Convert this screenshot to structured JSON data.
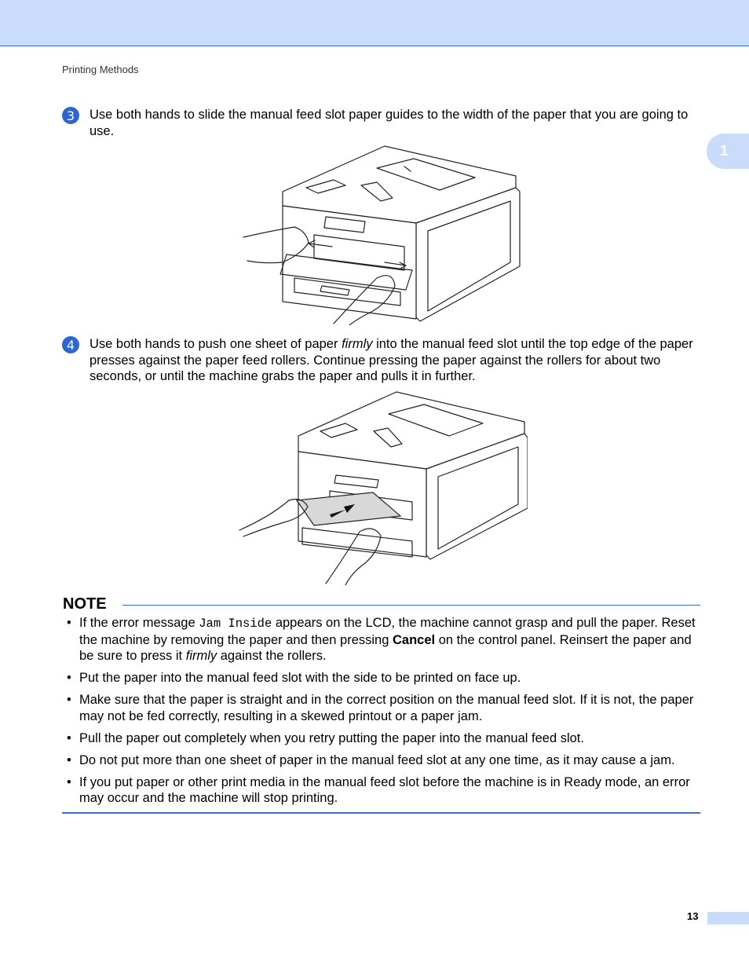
{
  "header": {
    "running_title": "Printing Methods"
  },
  "chapter_tab": {
    "number": "1"
  },
  "steps": [
    {
      "marker": "3",
      "text": "Use both hands to slide the manual feed slot paper guides to the width of the paper that you are going to use."
    },
    {
      "marker": "4",
      "text_before": "Use both hands to push one sheet of paper ",
      "emphasis": "firmly",
      "text_after": " into the manual feed slot until the top edge of the paper presses against the paper feed rollers. Continue pressing the paper against the rollers for about two seconds, or until the machine grabs the paper and pulls it in further."
    }
  ],
  "note": {
    "heading": "NOTE",
    "bullet": "•",
    "items": [
      {
        "a": "If the error message ",
        "code": "Jam Inside",
        "b": " appears on the LCD, the machine cannot grasp and pull the paper. Reset the machine by removing the paper and then pressing ",
        "bold": "Cancel",
        "c": " on the control panel. Reinsert the paper and be sure to press it ",
        "em": "firmly",
        "d": " against the rollers."
      },
      {
        "text": "Put the paper into the manual feed slot with the side to be printed on face up."
      },
      {
        "text": "Make sure that the paper is straight and in the correct position on the manual feed slot. If it is not, the paper may not be fed correctly, resulting in a skewed printout or a paper jam."
      },
      {
        "text": "Pull the paper out completely when you retry putting the paper into the manual feed slot."
      },
      {
        "text": "Do not put more than one sheet of paper in the manual feed slot at any one time, as it may cause a jam."
      },
      {
        "text": "If you put paper or other print media in the manual feed slot before the machine is in Ready mode, an error may occur and the machine will stop printing."
      }
    ]
  },
  "footer": {
    "page_number": "13"
  },
  "colors": {
    "accent": "#2f64d3",
    "band": "#c9dcfb",
    "rule": "#3b6fd6"
  }
}
